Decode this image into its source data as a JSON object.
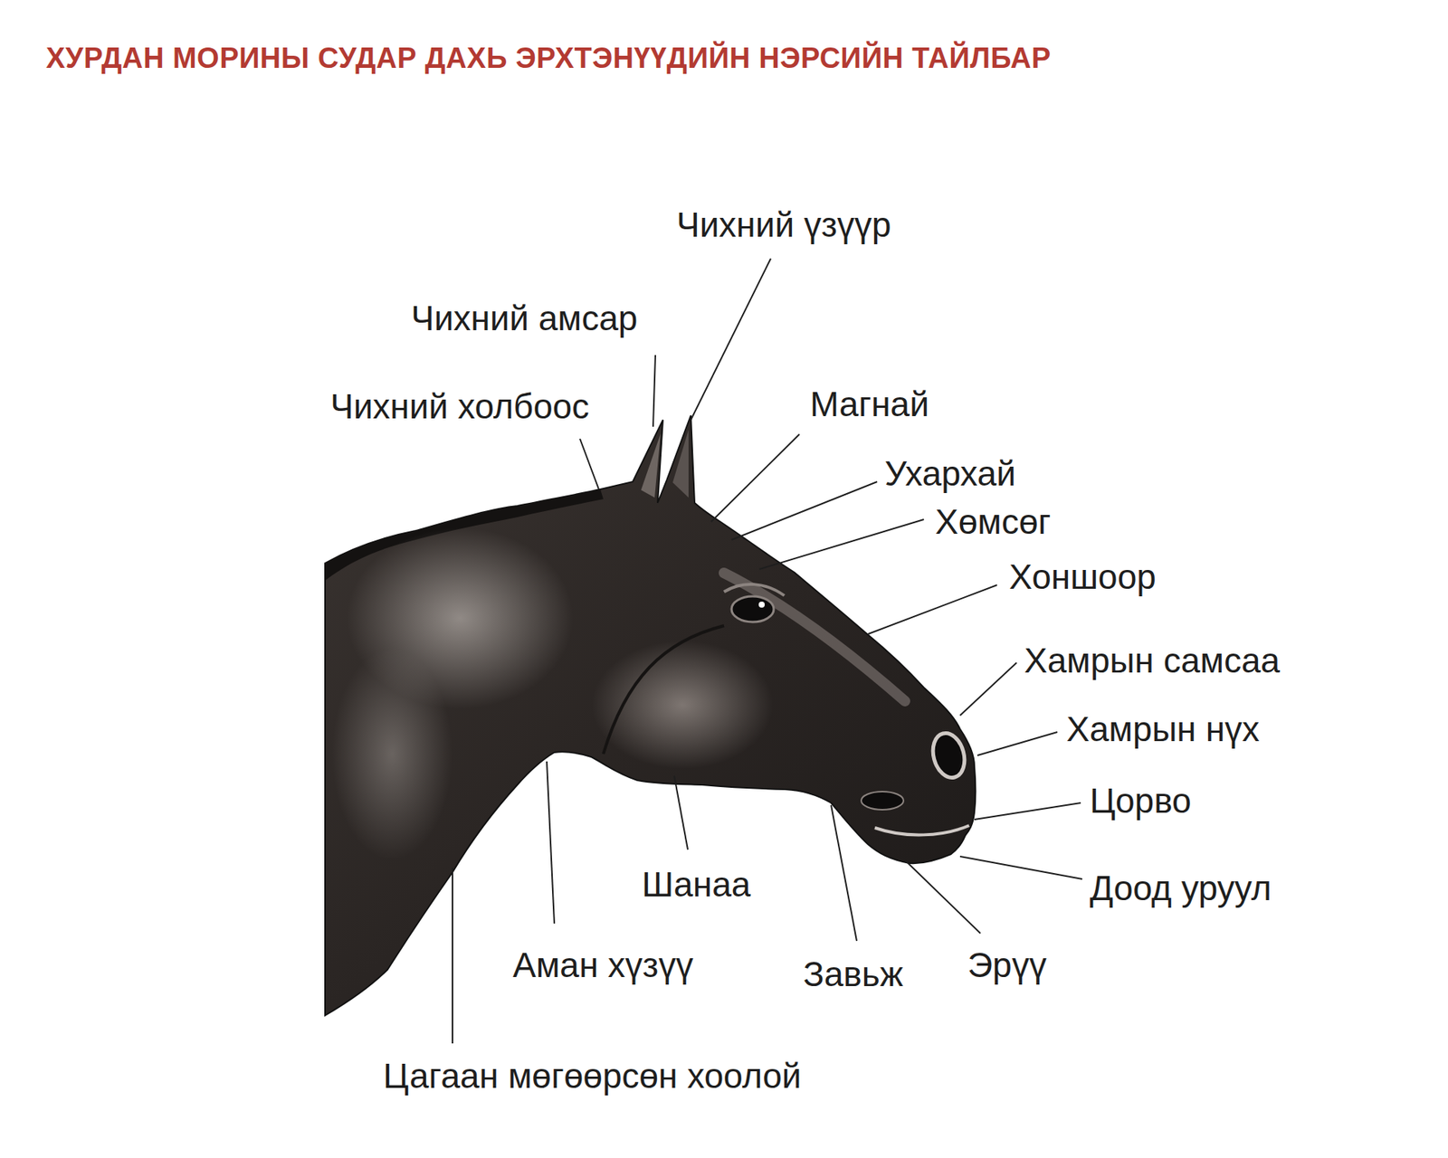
{
  "diagram": {
    "title": "ХУРДАН МОРИНЫ СУДАР ДАХЬ ЭРХТЭНҮҮДИЙН НЭРСИЙН ТАЙЛБАР",
    "labels": [
      "Чихний үзүүр",
      "Чихний амсар",
      "Чихний холбоос",
      "Магнай",
      "Ухархай",
      "Хөмсөг",
      "Хоншоор",
      "Хамрын самсаа",
      "Хамрын нүх",
      "Цорво",
      "Доод уруул",
      "Шанаа",
      "Аман хүзүү",
      "Завьж",
      "Эрүү",
      "Цагаан мөгөөрсөн хоолой"
    ]
  }
}
